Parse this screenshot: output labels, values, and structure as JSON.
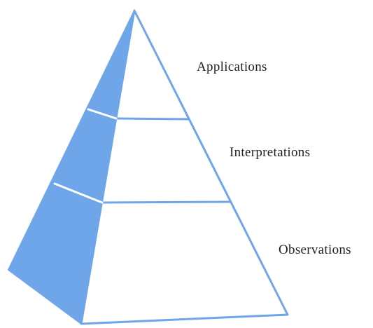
{
  "diagram": {
    "type": "pyramid",
    "colors": {
      "side_face": "#6fa6ea",
      "edge": "#6fa6ea",
      "front_face": "#ffffff",
      "divider_on_side": "#ffffff",
      "label_text": "#1f1f1f"
    },
    "tiers": [
      {
        "label": "Applications"
      },
      {
        "label": "Interpretations"
      },
      {
        "label": "Observations"
      }
    ]
  }
}
